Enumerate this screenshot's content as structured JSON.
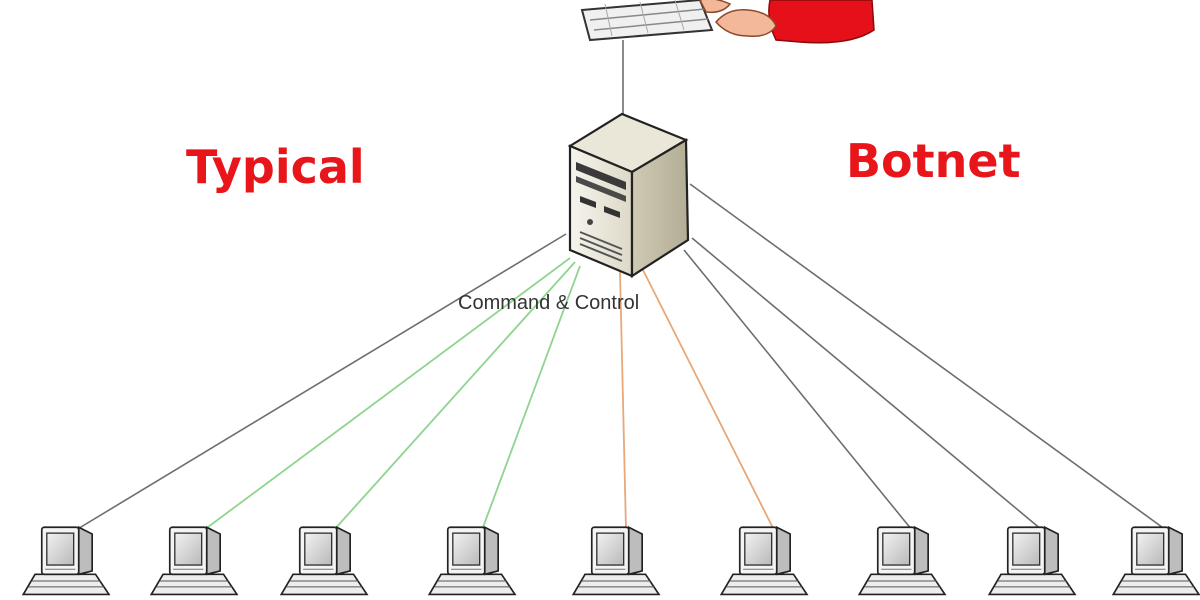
{
  "title": {
    "left_word": "Typical",
    "right_word": "Botnet",
    "color": "#e8151b"
  },
  "server": {
    "label": "Command & Control",
    "label_color": "#333333",
    "icon": "server-tower-icon"
  },
  "operator": {
    "icon": "hacker-at-keyboard-icon",
    "jacket_color": "#e5101a"
  },
  "bots": {
    "count": 9,
    "icon": "desktop-computer-icon"
  },
  "link_colors": {
    "gray": "#6e6e6e",
    "green": "#8fd48f",
    "orange": "#e8a878"
  },
  "links": [
    "gray",
    "green",
    "green",
    "green",
    "orange",
    "orange",
    "gray",
    "gray",
    "gray"
  ]
}
